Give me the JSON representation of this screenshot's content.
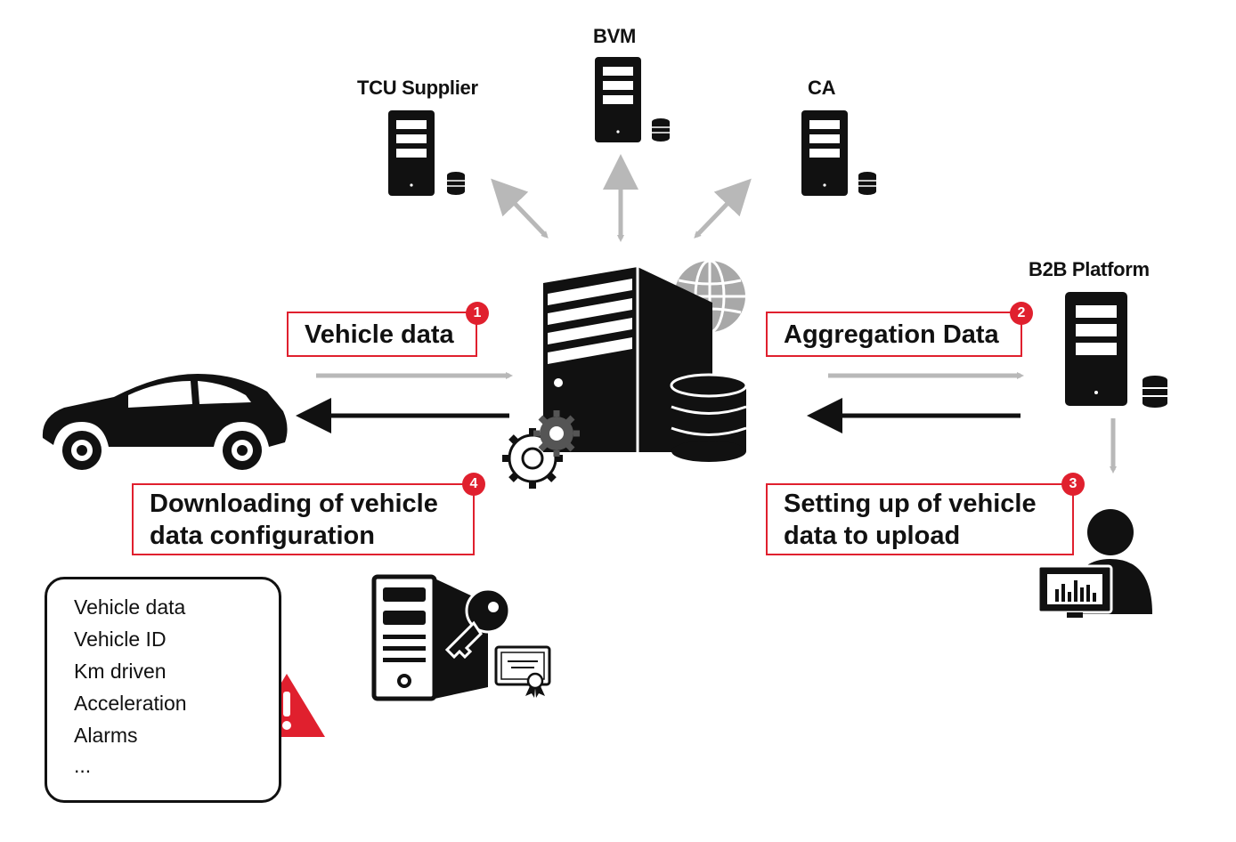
{
  "servers": {
    "bvm": "BVM",
    "tcu_supplier": "TCU Supplier",
    "ca": "CA",
    "b2b_platform": "B2B Platform"
  },
  "steps": [
    {
      "number": "1",
      "label": "Vehicle data"
    },
    {
      "number": "2",
      "label": "Aggregation Data"
    },
    {
      "number": "3",
      "label_line1": "Setting up of vehicle",
      "label_line2": "data to upload"
    },
    {
      "number": "4",
      "label_line1": "Downloading of vehicle",
      "label_line2": "data configuration"
    }
  ],
  "vehicle_data_list": {
    "items": [
      "Vehicle data",
      "Vehicle ID",
      "Km driven",
      "Acceleration",
      "Alarms",
      "..."
    ]
  },
  "colors": {
    "accent": "#e0202e",
    "icon": "#111111",
    "arrow_gray": "#b8b8b8",
    "arrow_black": "#111111",
    "globe_gray": "#a8a8a8"
  }
}
